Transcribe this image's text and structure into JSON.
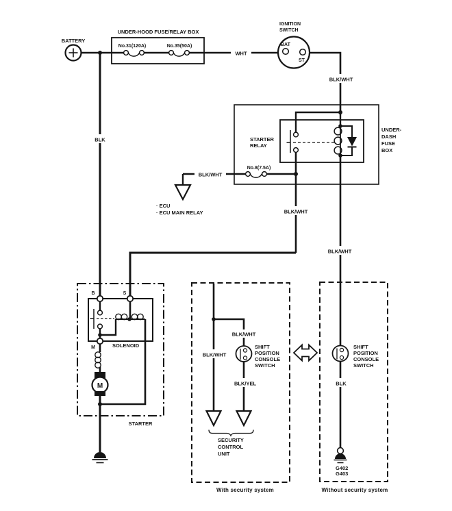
{
  "colors": {
    "ink": "#151515",
    "paper": "#ffffff"
  },
  "battery": {
    "label": "BATTERY"
  },
  "underhood_box": {
    "title": "UNDER-HOOD FUSE/RELAY BOX",
    "fuse_31": "No.31(120A)",
    "fuse_35": "No.35(50A)"
  },
  "ignition_switch": {
    "title": [
      "IGNITION",
      "SWITCH"
    ],
    "terminal_bat": "BAT",
    "terminal_st": "ST"
  },
  "underdash_box": {
    "title": [
      "UNDER-",
      "DASH",
      "FUSE",
      "BOX"
    ],
    "relay_label": [
      "STARTER",
      "RELAY"
    ],
    "fuse_8": "No.8(7.5A)"
  },
  "ecu_branch": {
    "items": [
      "· ECU",
      "· ECU MAIN RELAY"
    ]
  },
  "wire_labels": {
    "wht": "WHT",
    "blk_battery": "BLK",
    "ign_to_relay": "BLK/WHT",
    "fuse8_to_ecu": "BLK/WHT",
    "relay_to_starter": "BLK/WHT",
    "coil_to_shift": "BLK/WHT",
    "security_left": "BLK/WHT",
    "security_shift_in": "BLK/WHT",
    "security_shift_out": "BLK/YEL",
    "plain_shift_out": "BLK"
  },
  "starter": {
    "label": "STARTER",
    "solenoid_label": "SOLENOID",
    "terminal_b": "B",
    "terminal_s": "S",
    "terminal_m": "M",
    "motor_label": "M"
  },
  "shift_switch": {
    "title": [
      "SHIFT",
      "POSITION",
      "CONSOLE",
      "SWITCH"
    ]
  },
  "security_unit": {
    "title": [
      "SECURITY",
      "CONTROL",
      "UNIT"
    ]
  },
  "grounds": {
    "g402": "G402",
    "g403": "G403"
  },
  "captions": {
    "with_security": "With security system",
    "without_security": "Without security system"
  }
}
